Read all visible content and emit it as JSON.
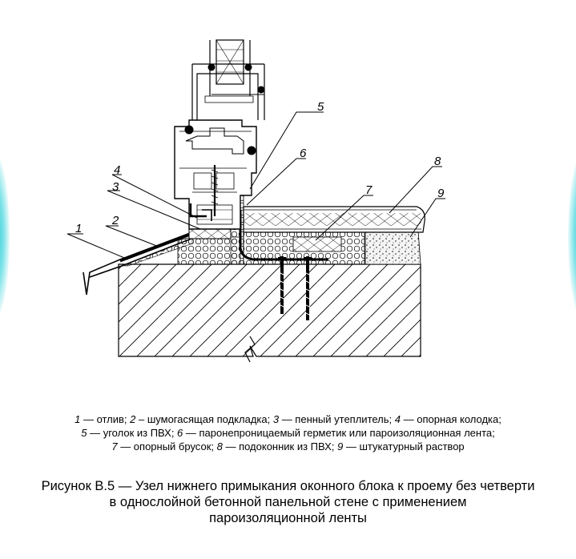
{
  "callouts": [
    "1",
    "2",
    "3",
    "4",
    "5",
    "6",
    "7",
    "8",
    "9"
  ],
  "legend": {
    "line1": [
      {
        "n": "1",
        "t": " — отлив; "
      },
      {
        "n": "2",
        "t": " – шумогасящая подкладка; "
      },
      {
        "n": "3",
        "t": " — пенный утеплитель; "
      },
      {
        "n": "4",
        "t": " — опорная колодка;"
      }
    ],
    "line2": [
      {
        "n": "5",
        "t": " — уголок из ПВХ; "
      },
      {
        "n": "6",
        "t": " — паронепроницаемый герметик или пароизоляционная лента;"
      }
    ],
    "line3": [
      {
        "n": "7",
        "t": " — опорный брусок; "
      },
      {
        "n": "8",
        "t": " — подоконник из ПВХ; "
      },
      {
        "n": "9",
        "t": " — штукатурный раствор"
      }
    ]
  },
  "caption": {
    "line1": "Рисунок В.5 — Узел нижнего примыкания оконного блока к проему без четверти",
    "line2": "в однослойной бетонной панельной стене с применением",
    "line3": "пароизоляционной ленты"
  }
}
